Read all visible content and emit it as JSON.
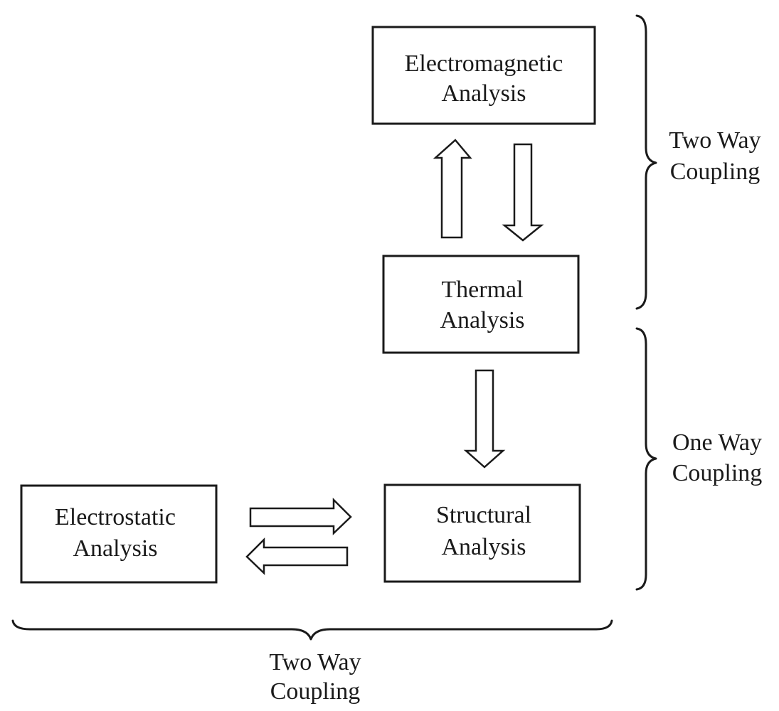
{
  "nodes": {
    "electromagnetic": {
      "line1": "Electromagnetic",
      "line2": "Analysis"
    },
    "thermal": {
      "line1": "Thermal",
      "line2": "Analysis"
    },
    "structural": {
      "line1": "Structural",
      "line2": "Analysis"
    },
    "electrostatic": {
      "line1": "Electrostatic",
      "line2": "Analysis"
    }
  },
  "braces": {
    "upper_right": {
      "line1": "Two Way",
      "line2": "Coupling"
    },
    "lower_right": {
      "line1": "One Way",
      "line2": "Coupling"
    },
    "bottom": {
      "line1": "Two Way",
      "line2": "Coupling"
    }
  }
}
